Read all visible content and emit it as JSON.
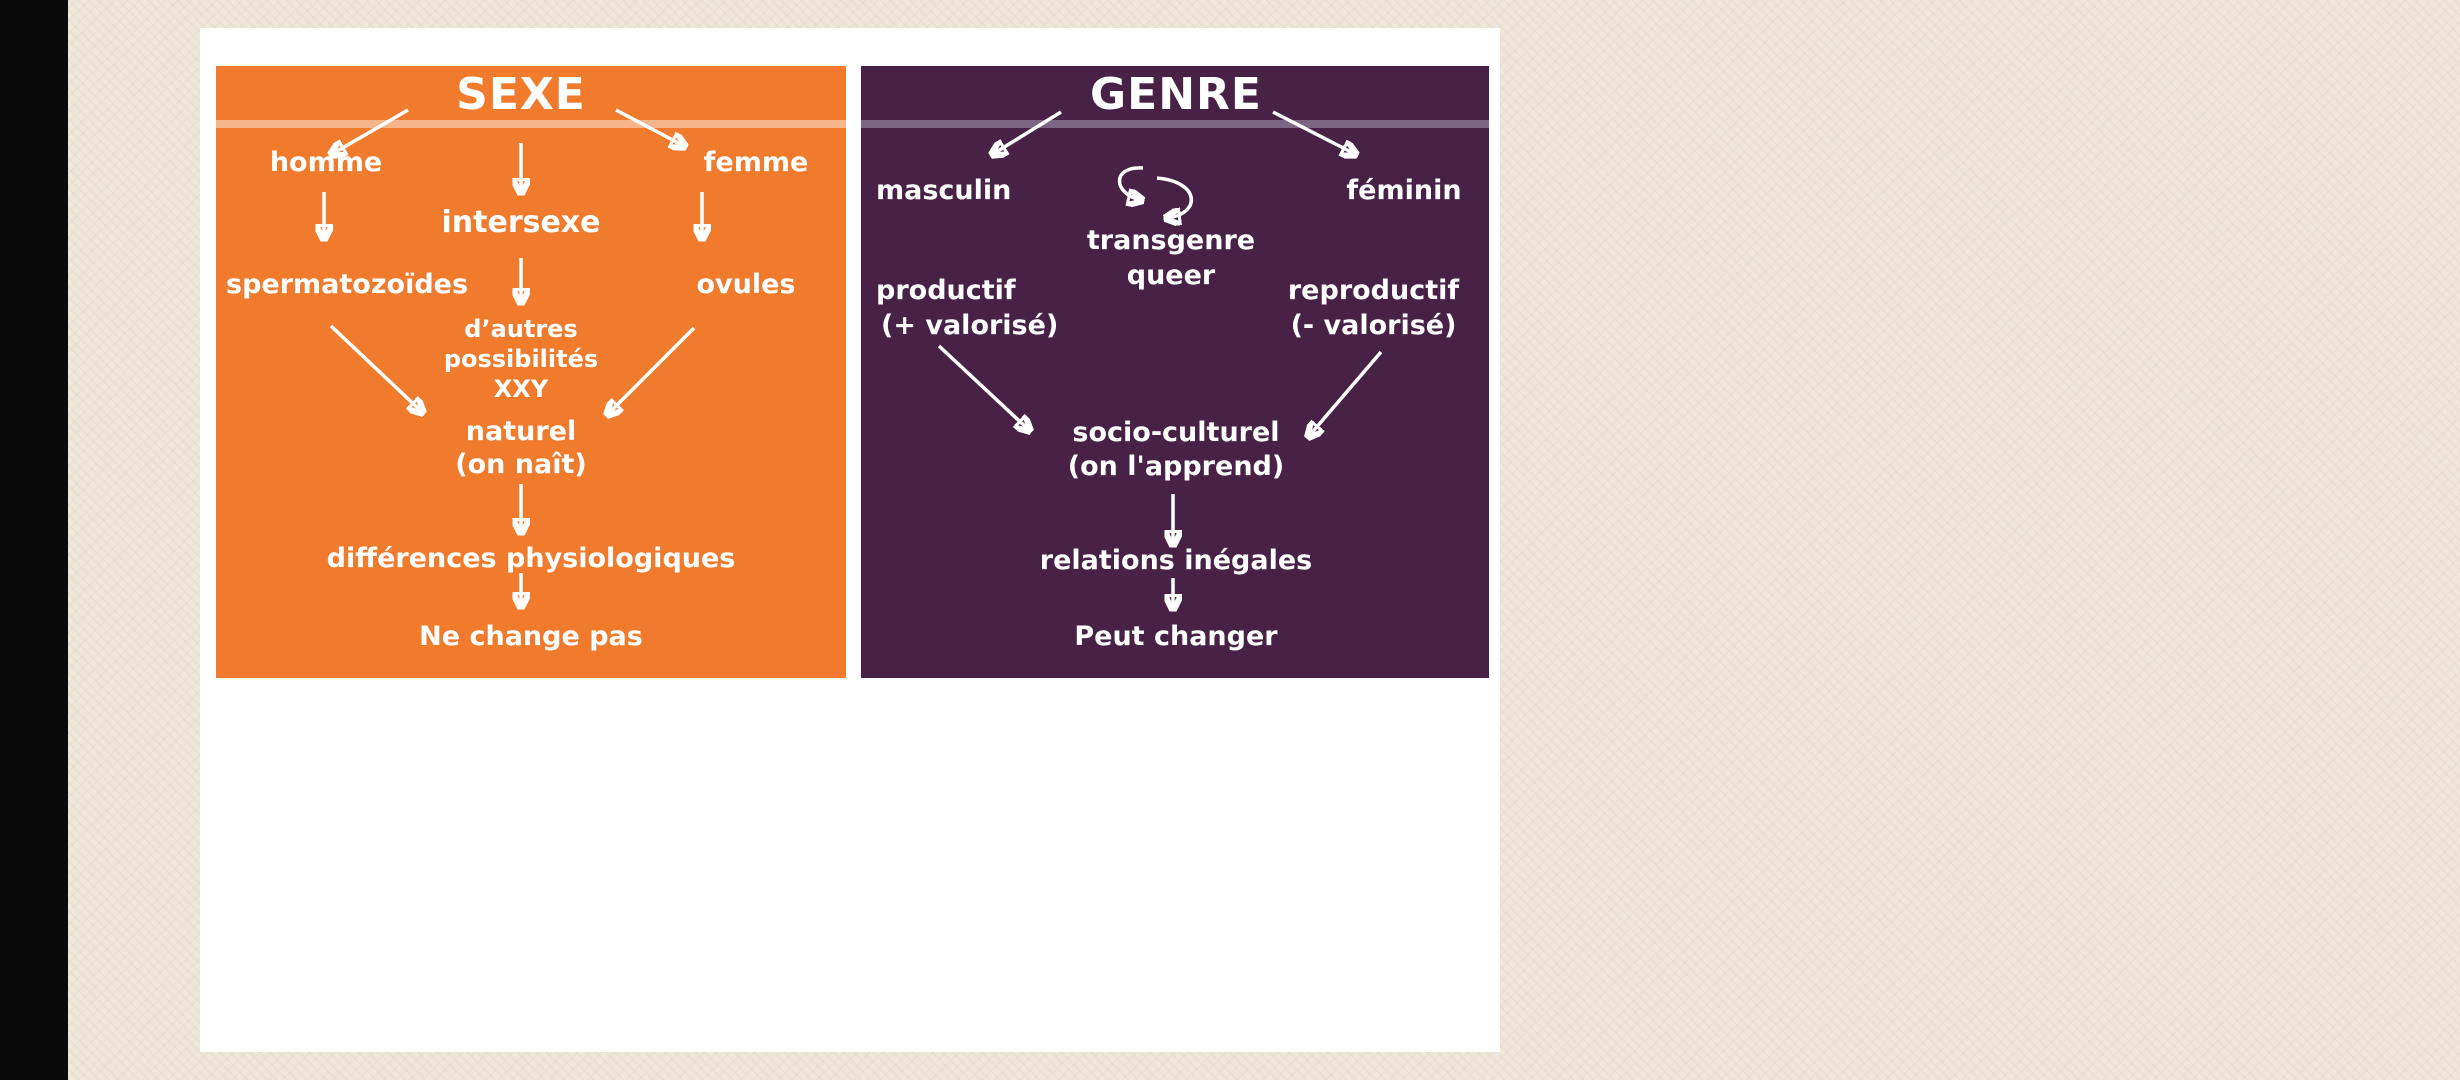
{
  "colors": {
    "sexe_panel": "#f07b2d",
    "genre_panel": "#472146",
    "arrow": "#ffffff"
  },
  "sexe": {
    "title": "SEXE",
    "homme": "homme",
    "femme": "femme",
    "intersexe": "intersexe",
    "spermatozoides": "spermatozoïdes",
    "ovules": "ovules",
    "autres_1": "d’autres",
    "autres_2": "possibilités",
    "autres_3": "XXY",
    "naturel": "naturel",
    "on_nait": "(on naît)",
    "differences": "différences physiologiques",
    "ne_change_pas": "Ne change pas"
  },
  "genre": {
    "title": "GENRE",
    "masculin": "masculin",
    "feminin": "féminin",
    "transgenre": "transgenre",
    "queer": "queer",
    "productif": "productif",
    "plus_valorise": "(+ valorisé)",
    "reproductif": "reproductif",
    "moins_valorise": "(- valorisé)",
    "socio_culturel": "socio-culturel",
    "on_apprend": "(on l'apprend)",
    "relations": "relations inégales",
    "peut_changer": "Peut changer"
  }
}
